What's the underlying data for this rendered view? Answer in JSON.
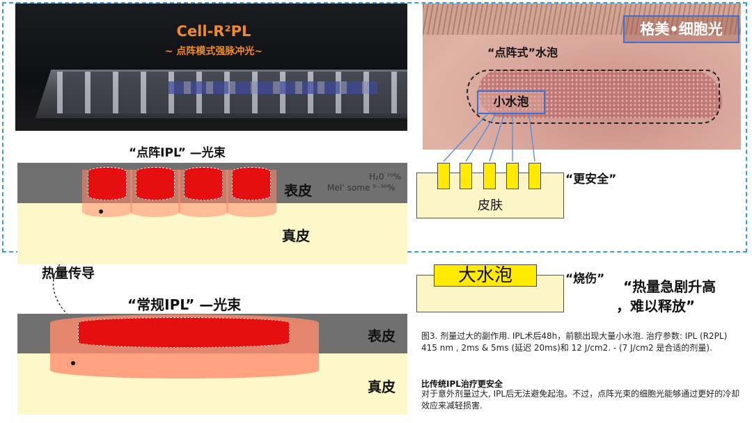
{
  "photo_top_left": {
    "title": "Cell-R²PL",
    "subtitle": "~ 点阵模式强脉冲光~"
  },
  "photo_top_right": {
    "brand": "格美•细胞光",
    "dot_blister_label": "“点阵式”水泡",
    "small_blister_label": "小水泡"
  },
  "diagram_right": {
    "skin_label": "皮肤",
    "safer_label": "“更安全”",
    "big_blister_label": "大水泡",
    "burn_label": "“烧伤”",
    "heat_line1": "“热量急剧升高",
    "heat_line2": "，难以释放”"
  },
  "diagram_dot": {
    "heading": "“点阵IPL” —光束",
    "epidermis": "表皮",
    "dermis": "真皮",
    "h2o": "H₂0 ⁷⁰%",
    "mel": "Mel’ some ⁵⁻³⁰%"
  },
  "heat_conduction": "热量传导",
  "diagram_conventional": {
    "heading": "“常规IPL” —光束",
    "epidermis": "表皮",
    "dermis": "真皮"
  },
  "caption": {
    "figure": "图3. 剂量过大的副作用. IPL术后48h，前额出现大量小水泡. 治疗参数: IPL (R2PL) 415 nm , 2ms & 5ms (延迟 20ms)和 12 J/cm2. - (7 J/cm2 是合适的剂量).",
    "title": "比传统IPL治疗更安全",
    "body": "对于意外剂量过大, IPL后无法避免起泡。不过，点阵光束的细胞光能够通过更好的冷却效应来减轻损害."
  },
  "colors": {
    "accent_orange": "#f08a2a",
    "frame_blue": "#2f9de0",
    "beam_red": "#e50f0f",
    "skin_yellow": "#fcf6c6",
    "peg_yellow": "#ffea00"
  }
}
